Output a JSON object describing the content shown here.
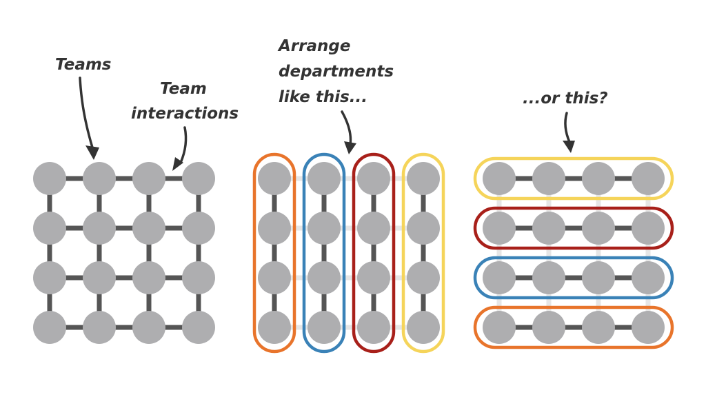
{
  "labels": {
    "teams": "Teams",
    "team_interactions_1": "Team",
    "team_interactions_2": "interactions",
    "arrange_1": "Arrange",
    "arrange_2": "departments",
    "arrange_3": "like this...",
    "or_this": "...or this?"
  },
  "colors": {
    "node": "#aeaeb0",
    "edge": "#555555",
    "faint_edge": "#e6e6e6",
    "orange": "#e8742b",
    "blue": "#3a82b7",
    "red": "#a8201a",
    "yellow": "#f5d45a",
    "text": "#333333"
  },
  "grids": [
    {
      "id": "teams-grid",
      "groups": "none"
    },
    {
      "id": "vertical-departments",
      "groups": "columns",
      "group_colors": [
        "orange",
        "blue",
        "red",
        "yellow"
      ]
    },
    {
      "id": "horizontal-departments",
      "groups": "rows",
      "group_colors": [
        "yellow",
        "red",
        "blue",
        "orange"
      ]
    }
  ],
  "grid_size": {
    "rows": 4,
    "cols": 4
  }
}
